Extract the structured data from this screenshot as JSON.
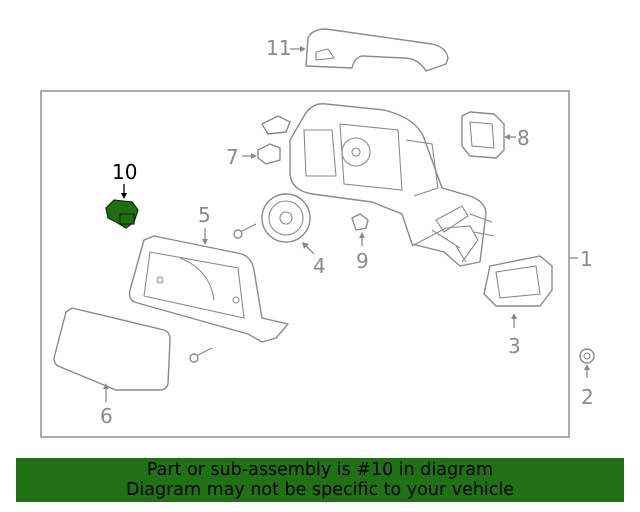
{
  "diagram": {
    "callouts": {
      "c1": "1",
      "c2": "2",
      "c3": "3",
      "c4": "4",
      "c5": "5",
      "c6": "6",
      "c7": "7",
      "c8": "8",
      "c9": "9",
      "c10": "10",
      "c11": "11"
    },
    "highlighted_part": "10",
    "colors": {
      "line": "#8a8a8a",
      "highlight": "#1f6e12",
      "banner": "#207114"
    }
  },
  "banner": {
    "line1": "Part or sub-assembly is #10 in diagram",
    "line2": "Diagram may not be specific to your vehicle"
  }
}
